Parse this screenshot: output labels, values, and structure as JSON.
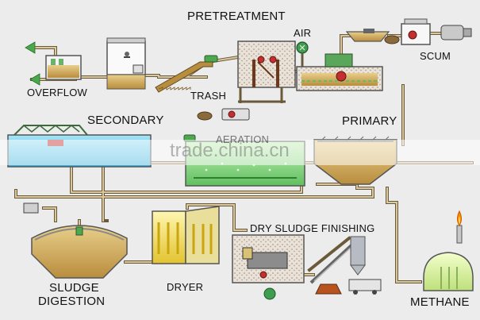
{
  "labels": {
    "pretreatment": "PRETREATMENT",
    "air": "AIR",
    "scum": "SCUM",
    "overflow": "OVERFLOW",
    "trash": "TRASH",
    "secondary": "SECONDARY",
    "aeration": "AERATION",
    "primary": "PRIMARY",
    "dry_sludge_finishing": "DRY SLUDGE FINISHING",
    "sludge": "SLUDGE",
    "digestion": "DIGESTION",
    "dryer": "DRYER",
    "methane": "METHANE"
  },
  "watermark": "trade.china.cn",
  "colors": {
    "pipe": "#c8b48c",
    "pipe_outline": "#6b5a3a",
    "tank_wall": "#d7d7d7",
    "sludge": "#c9a255",
    "water_blue": "#5fc3e6",
    "aeration_green": "#7fd07f",
    "methane_tank": "#d9ef9a",
    "flame": "#ff8a00"
  }
}
